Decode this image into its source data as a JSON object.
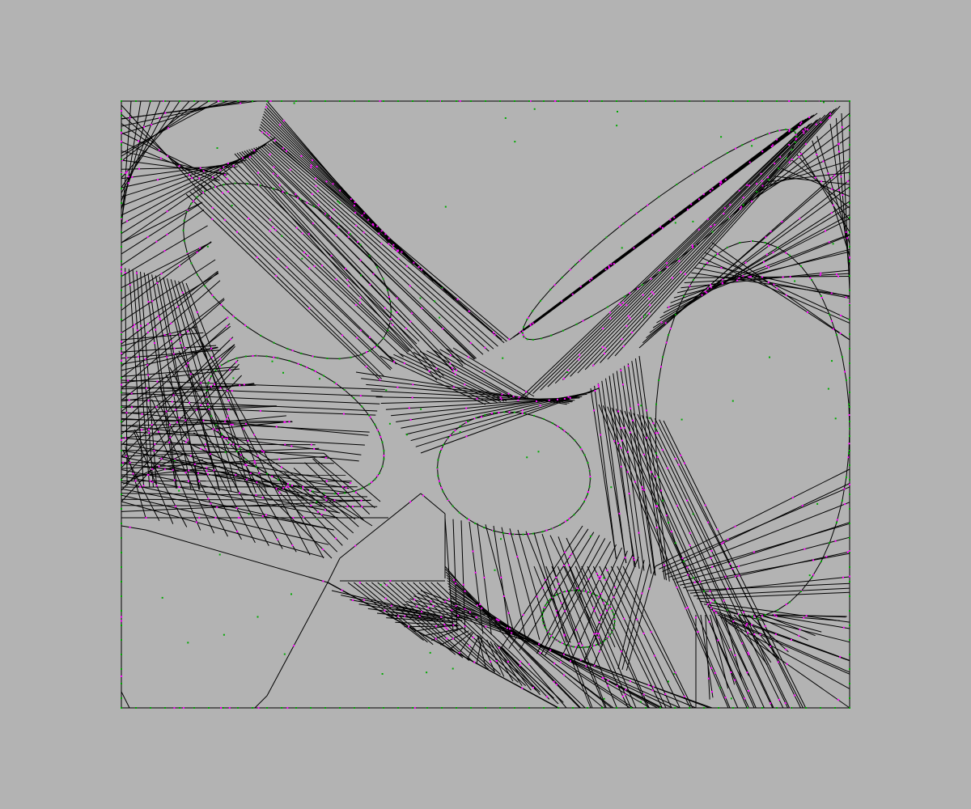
{
  "canvas": {
    "background_color": "#b3b3b3"
  },
  "mesh": {
    "edge_color": "#000000",
    "point_color": "#ff00ff",
    "vertex_color": "#00aa00",
    "boundary_shape": "rectangle",
    "hole_count": 6,
    "region_count": 3
  }
}
